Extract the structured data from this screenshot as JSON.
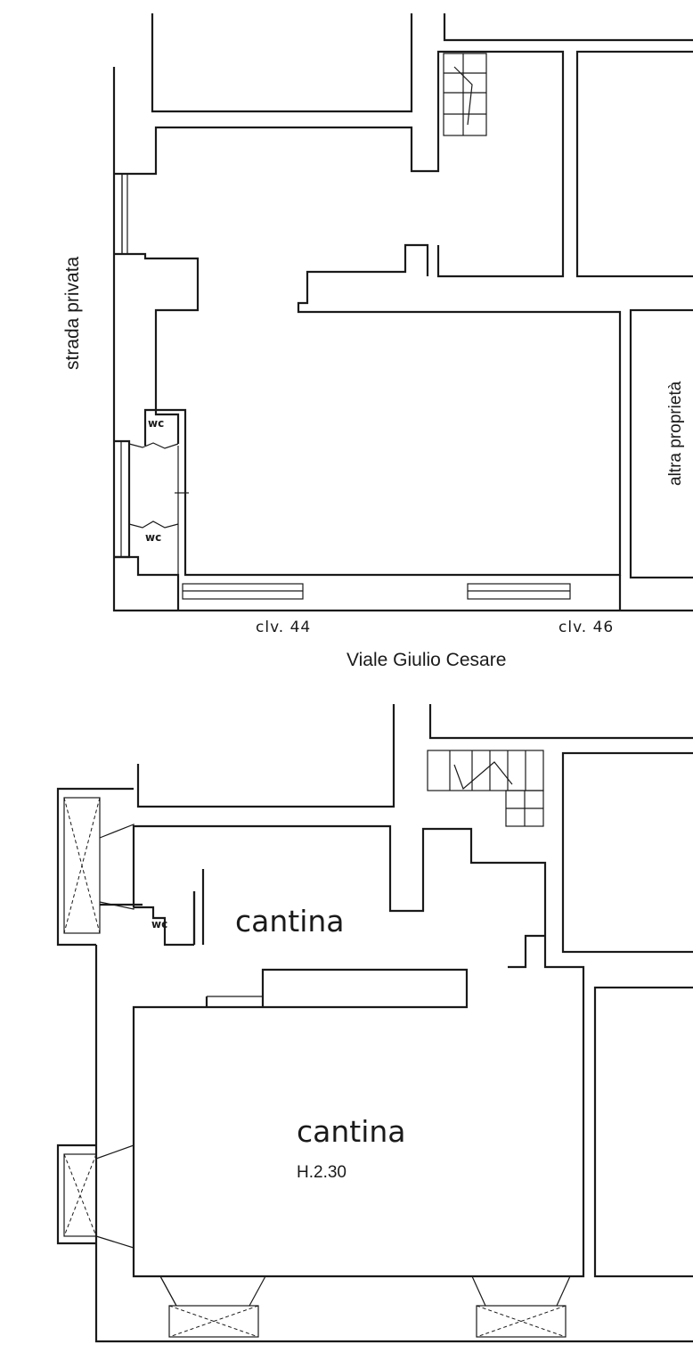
{
  "ground_floor": {
    "street_side_label": "strada privata",
    "neighbor_label": "altra proprietà",
    "wc_upper": "wc",
    "wc_lower": "wc",
    "civic_44": "clv. 44",
    "civic_46": "clv. 46",
    "street_label": "Viale Giulio Cesare"
  },
  "basement": {
    "wc": "wc",
    "room_small": "cantina",
    "room_large": "cantina",
    "height": "H.2.30"
  }
}
